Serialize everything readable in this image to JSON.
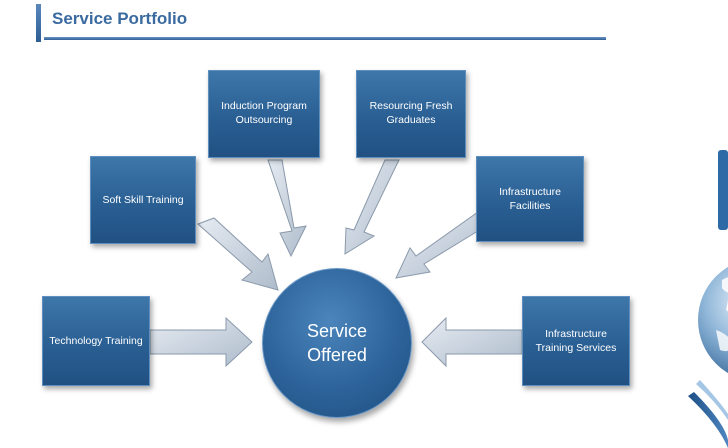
{
  "slide": {
    "title": "Service Portfolio",
    "center": {
      "line1": "Service",
      "line2": "Offered"
    },
    "nodes": {
      "induction": [
        "Induction Program",
        "Outsourcing"
      ],
      "resourcing": [
        "Resourcing Fresh",
        "Graduates"
      ],
      "soft_skill": [
        "Soft Skill Training"
      ],
      "infra_facilities": [
        "Infrastructure",
        "Facilities"
      ],
      "technology": [
        "Technology Training"
      ],
      "infra_training": [
        "Infrastructure",
        "Training Services"
      ]
    },
    "colors": {
      "box": "#2a5f93",
      "center": "#2c639a",
      "arrow": "#c8d2de",
      "title": "#3a6aa0"
    }
  }
}
